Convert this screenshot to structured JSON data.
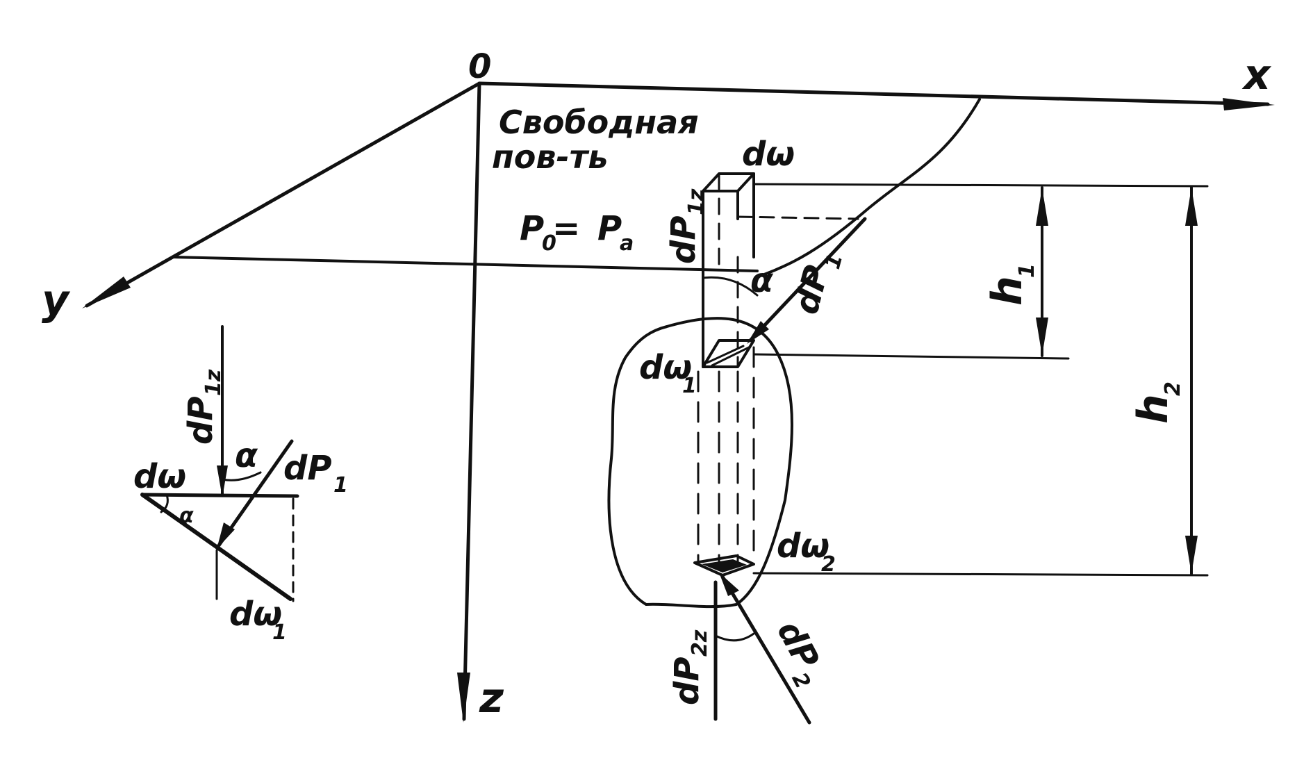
{
  "diagram": {
    "background": "#ffffff",
    "ink_color": "#111111",
    "axes": {
      "origin": "0",
      "x": "x",
      "y": "y",
      "z": "z"
    },
    "free_surface": {
      "line1": "Свободная",
      "line2": "пов-ть"
    },
    "pressure_equation": {
      "lhs": "P",
      "lhs_sub": "0",
      "eq": " = ",
      "rhs": "P",
      "rhs_sub": "a"
    },
    "labels": {
      "d_omega": "dω",
      "d_omega_1_main": "dω",
      "d_omega_1_sub": "1",
      "d_omega_2_main": "dω",
      "d_omega_2_sub": "2",
      "dP1_main": "dP",
      "dP1_sub": "1",
      "dP2_main": "dP",
      "dP2_sub": "2",
      "dP1z_main": "dP",
      "dP1z_sub": "1z",
      "dP2z_main": "dP",
      "dP2z_sub": "2z",
      "alpha": "α",
      "h1_main": "h",
      "h1_sub": "1",
      "h2_main": "h",
      "h2_sub": "2"
    },
    "inset": {
      "d_omega": "dω",
      "d_omega_1_main": "dω",
      "d_omega_1_sub": "1",
      "dP1_main": "dP",
      "dP1_sub": "1",
      "dP1z_main": "dP",
      "dP1z_sub": "1z",
      "alpha": "α",
      "alpha1": "α"
    }
  }
}
